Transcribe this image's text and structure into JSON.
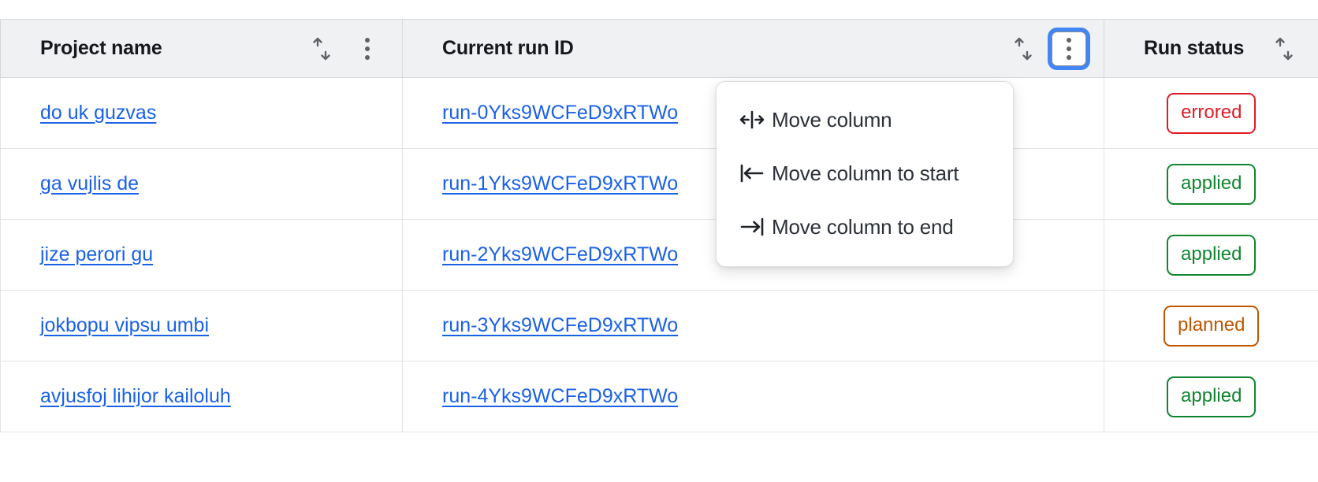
{
  "table": {
    "columns": [
      {
        "key": "project_name",
        "label": "Project name",
        "sort_icon": "sort-updown-icon",
        "has_menu": true,
        "menu_icon": "kebab-menu-icon"
      },
      {
        "key": "current_run_id",
        "label": "Current run ID",
        "sort_icon": "sort-updown-icon",
        "has_menu": true,
        "menu_icon": "kebab-menu-icon",
        "menu_open": true
      },
      {
        "key": "run_status",
        "label": "Run status",
        "sort_icon": "sort-updown-icon",
        "has_menu": false
      }
    ],
    "rows": [
      {
        "project_name": "do uk guzvas",
        "current_run_id": "run-0Yks9WCFeD9xRTWo",
        "run_status": "errored",
        "status_kind": "errored"
      },
      {
        "project_name": "ga vujlis de",
        "current_run_id": "run-1Yks9WCFeD9xRTWo",
        "run_status": "applied",
        "status_kind": "applied"
      },
      {
        "project_name": "jize perori gu",
        "current_run_id": "run-2Yks9WCFeD9xRTWo",
        "run_status": "applied",
        "status_kind": "applied"
      },
      {
        "project_name": "jokbopu vipsu umbi",
        "current_run_id": "run-3Yks9WCFeD9xRTWo",
        "run_status": "planned",
        "status_kind": "planned"
      },
      {
        "project_name": "avjusfoj lihijor kailoluh",
        "current_run_id": "run-4Yks9WCFeD9xRTWo",
        "run_status": "applied",
        "status_kind": "applied"
      }
    ]
  },
  "column_menu": {
    "items": [
      {
        "label": "Move column",
        "icon": "move-column-horizontal-icon"
      },
      {
        "label": "Move column to start",
        "icon": "move-to-start-icon"
      },
      {
        "label": "Move column to end",
        "icon": "move-to-end-icon"
      }
    ]
  },
  "colors": {
    "link": "#1a61e8",
    "header_bg": "#f0f1f3",
    "focus_ring": "#4285f4",
    "status_errored": "#e01b24",
    "status_applied": "#11852f",
    "status_planned": "#c05600"
  }
}
